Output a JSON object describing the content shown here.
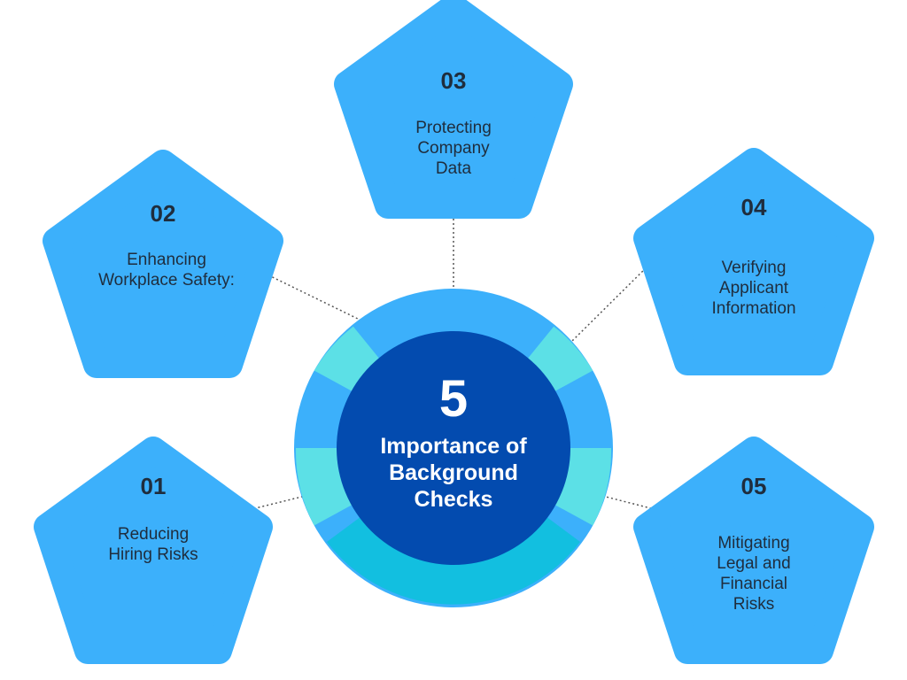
{
  "colors": {
    "pentagon": "#3cb0fb",
    "ring_blue": "#3cb0fb",
    "ring_teal": "#5ce0e6",
    "ring_bottom": "#12bfe0",
    "center": "#034baf",
    "text_dark": "#1f2d3d",
    "text_light": "#ffffff"
  },
  "center": {
    "number": "5",
    "title_lines": [
      "Importance of",
      "Background",
      "Checks"
    ]
  },
  "items": [
    {
      "number": "01",
      "label_lines": [
        "Reducing",
        "Hiring Risks"
      ]
    },
    {
      "number": "02",
      "label_lines": [
        "Enhancing",
        "Workplace Safety:"
      ]
    },
    {
      "number": "03",
      "label_lines": [
        "Protecting",
        "Company",
        "Data"
      ]
    },
    {
      "number": "04",
      "label_lines": [
        "Verifying",
        "Applicant",
        "Information"
      ]
    },
    {
      "number": "05",
      "label_lines": [
        "Mitigating",
        "Legal and",
        "Financial",
        "Risks"
      ]
    }
  ]
}
